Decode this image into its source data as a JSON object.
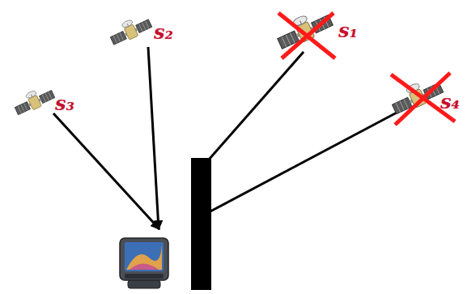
{
  "diagram": {
    "nodes": [
      {
        "text": [
          "s₂"
        ]
      },
      {
        "text": [
          "s₁"
        ]
      },
      {
        "text": [
          "s₃"
        ]
      },
      {
        "text": [
          "s₄"
        ]
      }
    ]
  }
}
